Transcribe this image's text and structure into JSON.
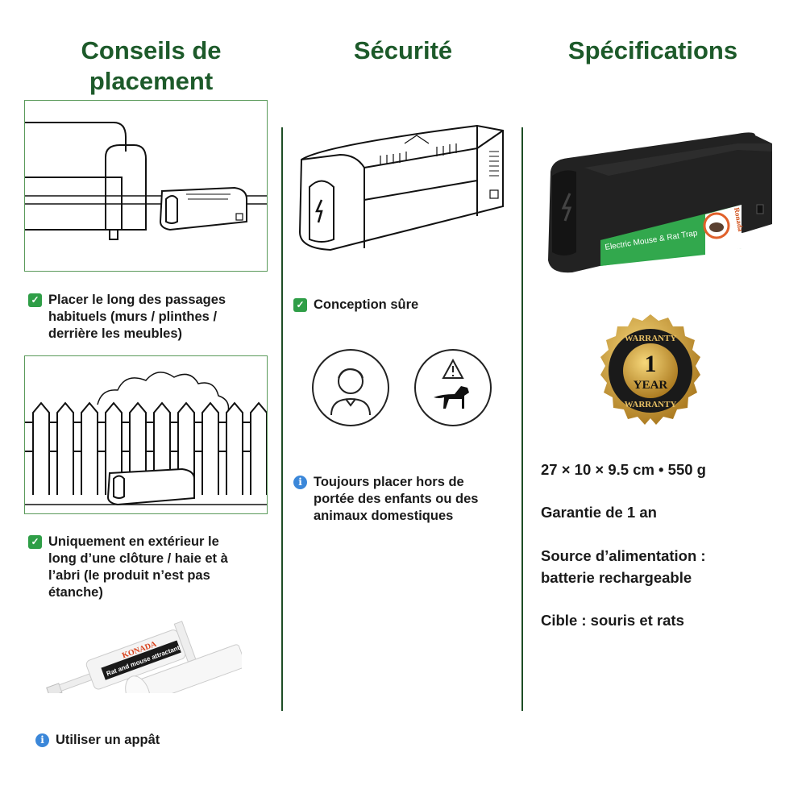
{
  "columns": {
    "placement": {
      "title_line1": "Conseils de",
      "title_line2": "placement",
      "tips": [
        {
          "icon": "check-icon",
          "lines": [
            "Placer le long des passages",
            "habituels (murs / plinthes /",
            "derrière les meubles)"
          ]
        },
        {
          "icon": "check-icon",
          "lines": [
            "Uniquement en extérieur le",
            "long d’une clôture / haie et à",
            "l’abri (le produit n’est pas",
            "étanche)"
          ]
        },
        {
          "icon": "info-icon",
          "lines": [
            "Utiliser un appât"
          ]
        }
      ],
      "bait_brand": "KONADA",
      "bait_label": "Rat and mouse attractant"
    },
    "safety": {
      "title": "Sécurité",
      "tips": [
        {
          "icon": "check-icon",
          "lines": [
            "Conception sûre"
          ]
        },
        {
          "icon": "info-icon",
          "lines": [
            "Toujours placer hors de",
            "portée des enfants ou des",
            "animaux domestiques"
          ]
        }
      ]
    },
    "specs": {
      "title": "Spécifications",
      "product_label": "Electric Mouse & Rat Trap",
      "product_brand": "Ronada",
      "warranty_badge": {
        "top": "WARRANTY",
        "number": "1",
        "unit": "YEAR",
        "bottom": "WARRANTY"
      },
      "items": [
        [
          "27 × 10 × 9.5 cm • 550 g"
        ],
        [
          "Garantie de 1 an"
        ],
        [
          "Source d’alimentation :",
          "batterie rechargeable"
        ],
        [
          "Cible : souris et rats"
        ]
      ]
    }
  },
  "colors": {
    "title": "#1d5a2a",
    "check": "#2f9e47",
    "info": "#3b87d9",
    "divider": "#1d4d25"
  }
}
